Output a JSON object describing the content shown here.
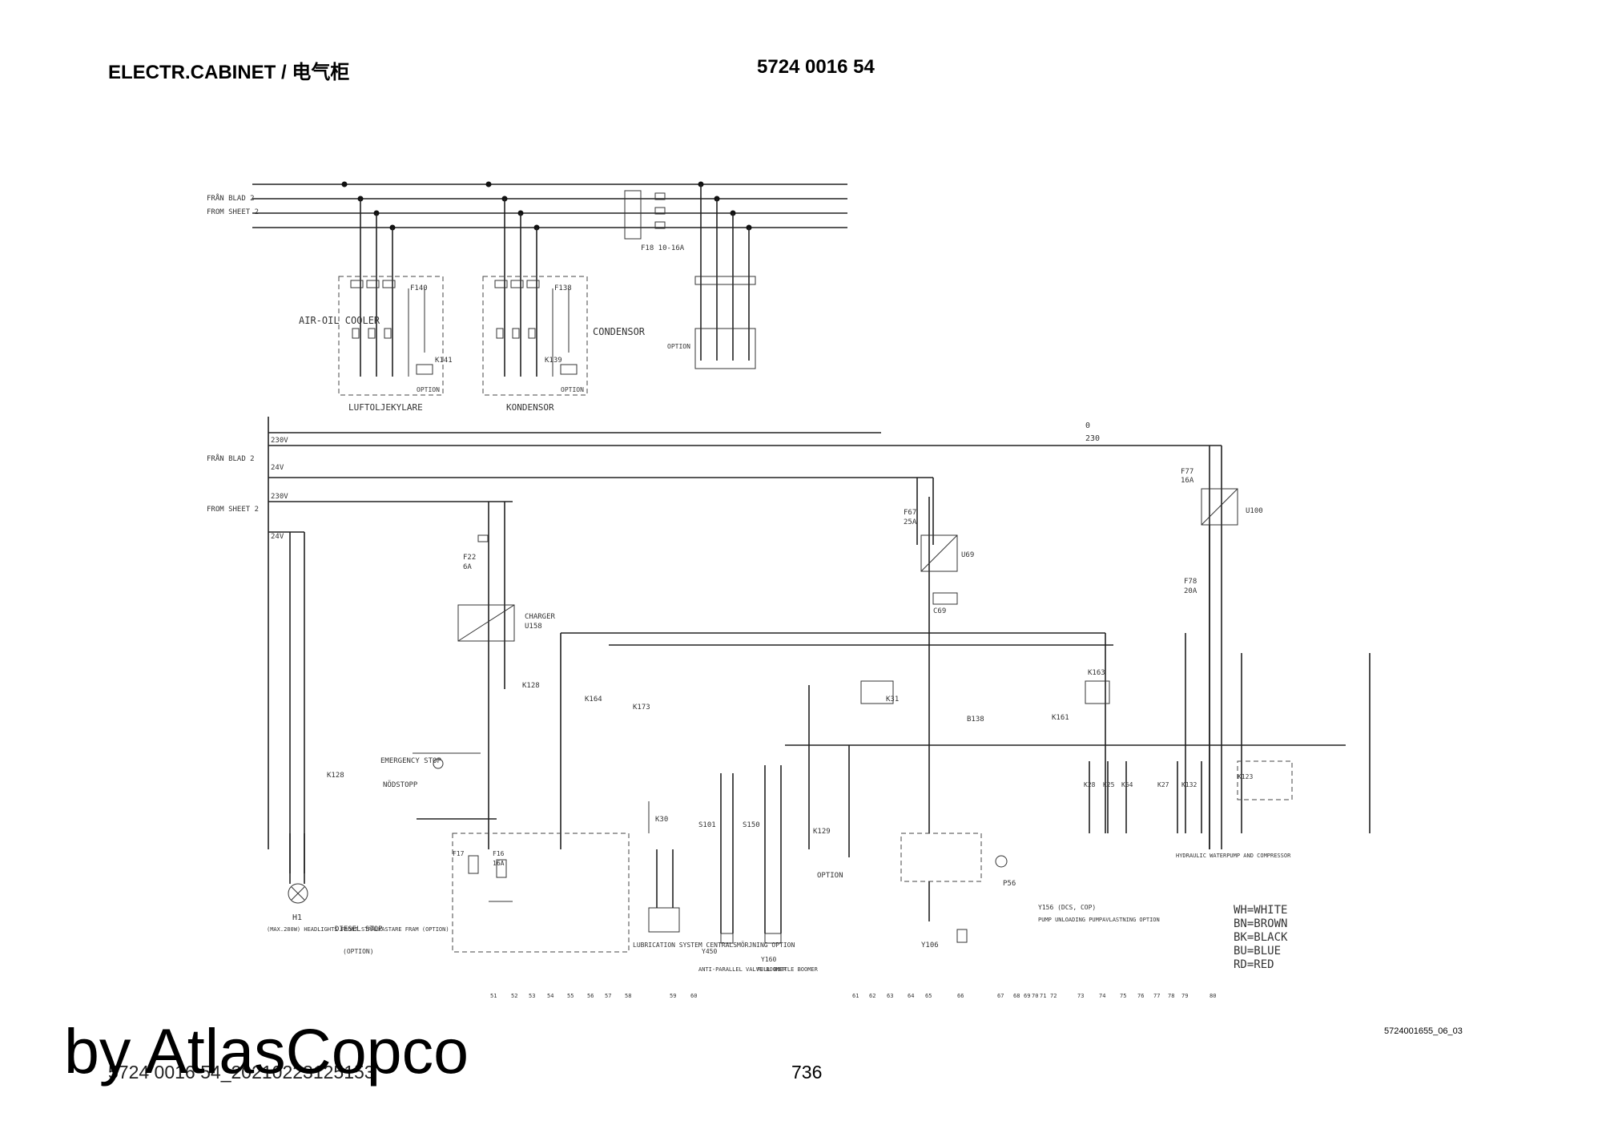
{
  "header": {
    "title_left": "ELECTR.CABINET / 电气柜",
    "title_right": "5724 0016 54"
  },
  "footer": {
    "figure_ref": "5724001655_06_03",
    "page_number": "736",
    "document_id": "5724 0016 54_20210223125153",
    "watermark": "by AtlasCopco"
  },
  "diagram": {
    "top_section": {
      "feed_label_sv": "FRÅN BLAD 2",
      "feed_label_en": "FROM SHEET 2",
      "air_oil_cooler": {
        "label": "AIR-OIL COOLER",
        "label_sv": "LUFTOLJEKYLARE",
        "overload": "F140",
        "contactor": "K141",
        "option": "OPTION"
      },
      "condenser": {
        "label": "CONDENSOR",
        "label_sv": "KONDENSOR",
        "overload": "F138",
        "contactor": "K139",
        "option": "OPTION"
      },
      "fuse": "F18 10-16A",
      "option_box": "OPTION"
    },
    "supply_lines": {
      "line_0": "0",
      "line_230": "230",
      "v230_a": "230V",
      "v24_a": "24V",
      "v230_b": "230V",
      "v24_b": "24V",
      "from_sv": "FRÅN BLAD 2",
      "from_en": "FROM SHEET 2"
    },
    "components": {
      "f22": "F22",
      "f22_rating": "6A",
      "charger": "CHARGER",
      "charger_id": "U158",
      "f67": "F67",
      "f67_rating": "25A",
      "u69": "U69",
      "c69": "C69",
      "f77": "F77",
      "f77_rating": "16A",
      "u100": "U100",
      "f78": "F78",
      "f78_rating": "20A",
      "k128a": "K128",
      "k164": "K164",
      "k173": "K173",
      "k31": "K31",
      "b138": "B138",
      "k163": "K163",
      "k161": "K161",
      "emergency_stop": "EMERGENCY STOP",
      "emergency_stop_sv": "NÖDSTOPP",
      "k128b": "K128",
      "k30": "K30",
      "f17": "F17",
      "f16": "F16",
      "f16_rating": "16A",
      "k28": "K28",
      "k25": "K25",
      "k64": "K64",
      "k27": "K27",
      "k132": "K132",
      "k123": "K123",
      "k129": "K129",
      "option_k129": "OPTION",
      "p56": "P56",
      "y106": "Y106",
      "h1": "H1",
      "h1_desc": "(MAX.280W) HEADLIGHTS FRONT STRÅLKASTARE FRAM (OPTION)",
      "diesel_stop": "DIESEL STOP",
      "diesel_stop_option": "(OPTION)",
      "lubrication": "LUBRICATION SYSTEM CENTRALSMÖRJNING OPTION",
      "s101": "S101",
      "s150": "S150",
      "y450": "Y450",
      "y450_desc": "ANTI-PARALLEL VALVE BOOMER",
      "y160": "Y160",
      "y160_desc": "FULL BOTTLE BOOMER",
      "y156": "Y156 (DCS, COP)",
      "y156_desc": "PUMP UNLOADING PUMPAVLASTNING OPTION",
      "hydraulic": "HYDRAULIC WATERPUMP AND COMPRESSOR"
    },
    "color_legend": [
      "WH=WHITE",
      "BN=BROWN",
      "BK=BLACK",
      "BU=BLUE",
      "RD=RED"
    ],
    "bottom_terminals": [
      "51",
      "52",
      "53",
      "54",
      "55",
      "56",
      "57",
      "58",
      "59",
      "60",
      "61",
      "62",
      "63",
      "64",
      "65",
      "66",
      "67",
      "68",
      "69",
      "70",
      "71",
      "72",
      "73",
      "74",
      "75",
      "76",
      "77",
      "78",
      "79",
      "80"
    ]
  }
}
